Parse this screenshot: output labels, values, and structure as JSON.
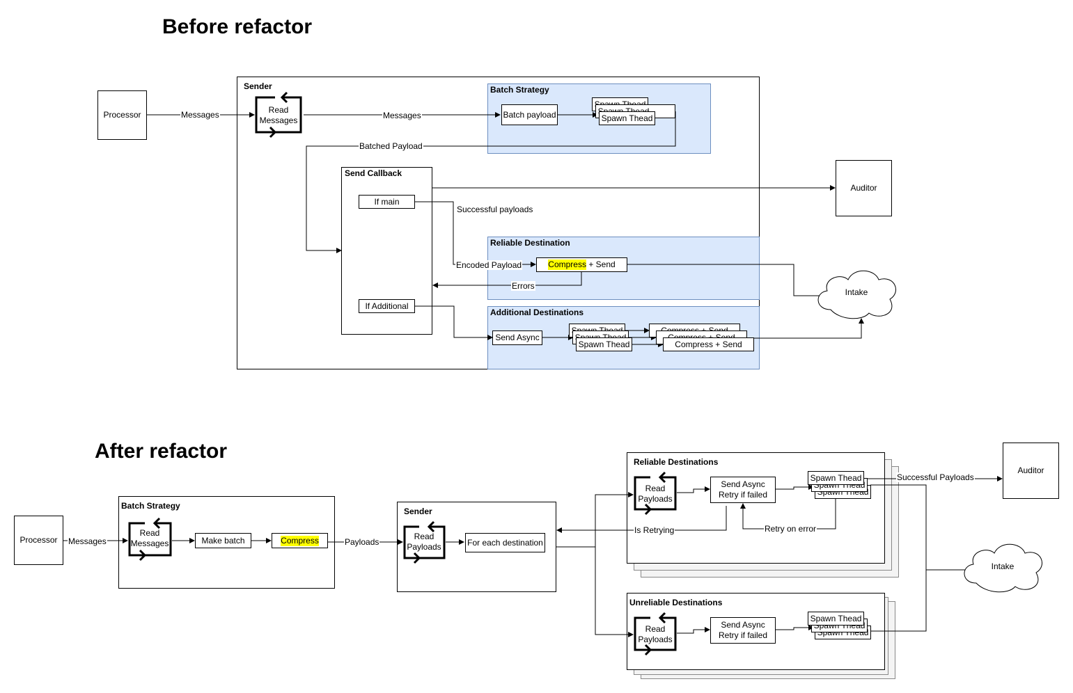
{
  "before": {
    "title": "Before refactor",
    "processor": "Processor",
    "messages_edge_1": "Messages",
    "sender_title": "Sender",
    "read_messages": "Read Messages",
    "messages_edge_2": "Messages",
    "batch_strategy_title": "Batch Strategy",
    "batch_payload": "Batch payload",
    "spawn_thead": "Spawn Thead",
    "batched_payload_edge": "Batched Payload",
    "send_callback_title": "Send Callback",
    "if_main": "If main",
    "if_additional": "If Additional",
    "successful_payloads_edge": "Successful payloads",
    "auditor": "Auditor",
    "reliable_destination_title": "Reliable Destination",
    "encoded_payload_edge": "Encoded Payload",
    "compress_word": "Compress",
    "compress_send_suffix": " + Send",
    "errors_edge": "Errors",
    "intake": "Intake",
    "additional_destinations_title": "Additional Destinations",
    "send_async": "Send Async",
    "compress_send": "Compress + Send"
  },
  "after": {
    "title": "After refactor",
    "processor": "Processor",
    "messages_edge": "Messages",
    "batch_strategy_title": "Batch Strategy",
    "read_messages": "Read Messages",
    "make_batch": "Make batch",
    "compress": "Compress",
    "payloads_edge": "Payloads",
    "sender_title": "Sender",
    "read_payloads": "Read Payloads",
    "for_each_destination": "For each destination",
    "reliable_destinations_title": "Reliable Destinations",
    "send_async_retry": "Send Async Retry if failed",
    "spawn_thead": "Spawn Thead",
    "successful_payloads_edge": "Successful Payloads",
    "auditor": "Auditor",
    "is_retrying_edge": "Is Retrying",
    "retry_on_error_edge": "Retry on error",
    "intake": "Intake",
    "unreliable_destinations_title": "Unreliable Destinations"
  },
  "colors": {
    "group_fill": "#dae8fc",
    "group_stroke": "#6c8ebf",
    "highlight": "#ffff00"
  }
}
